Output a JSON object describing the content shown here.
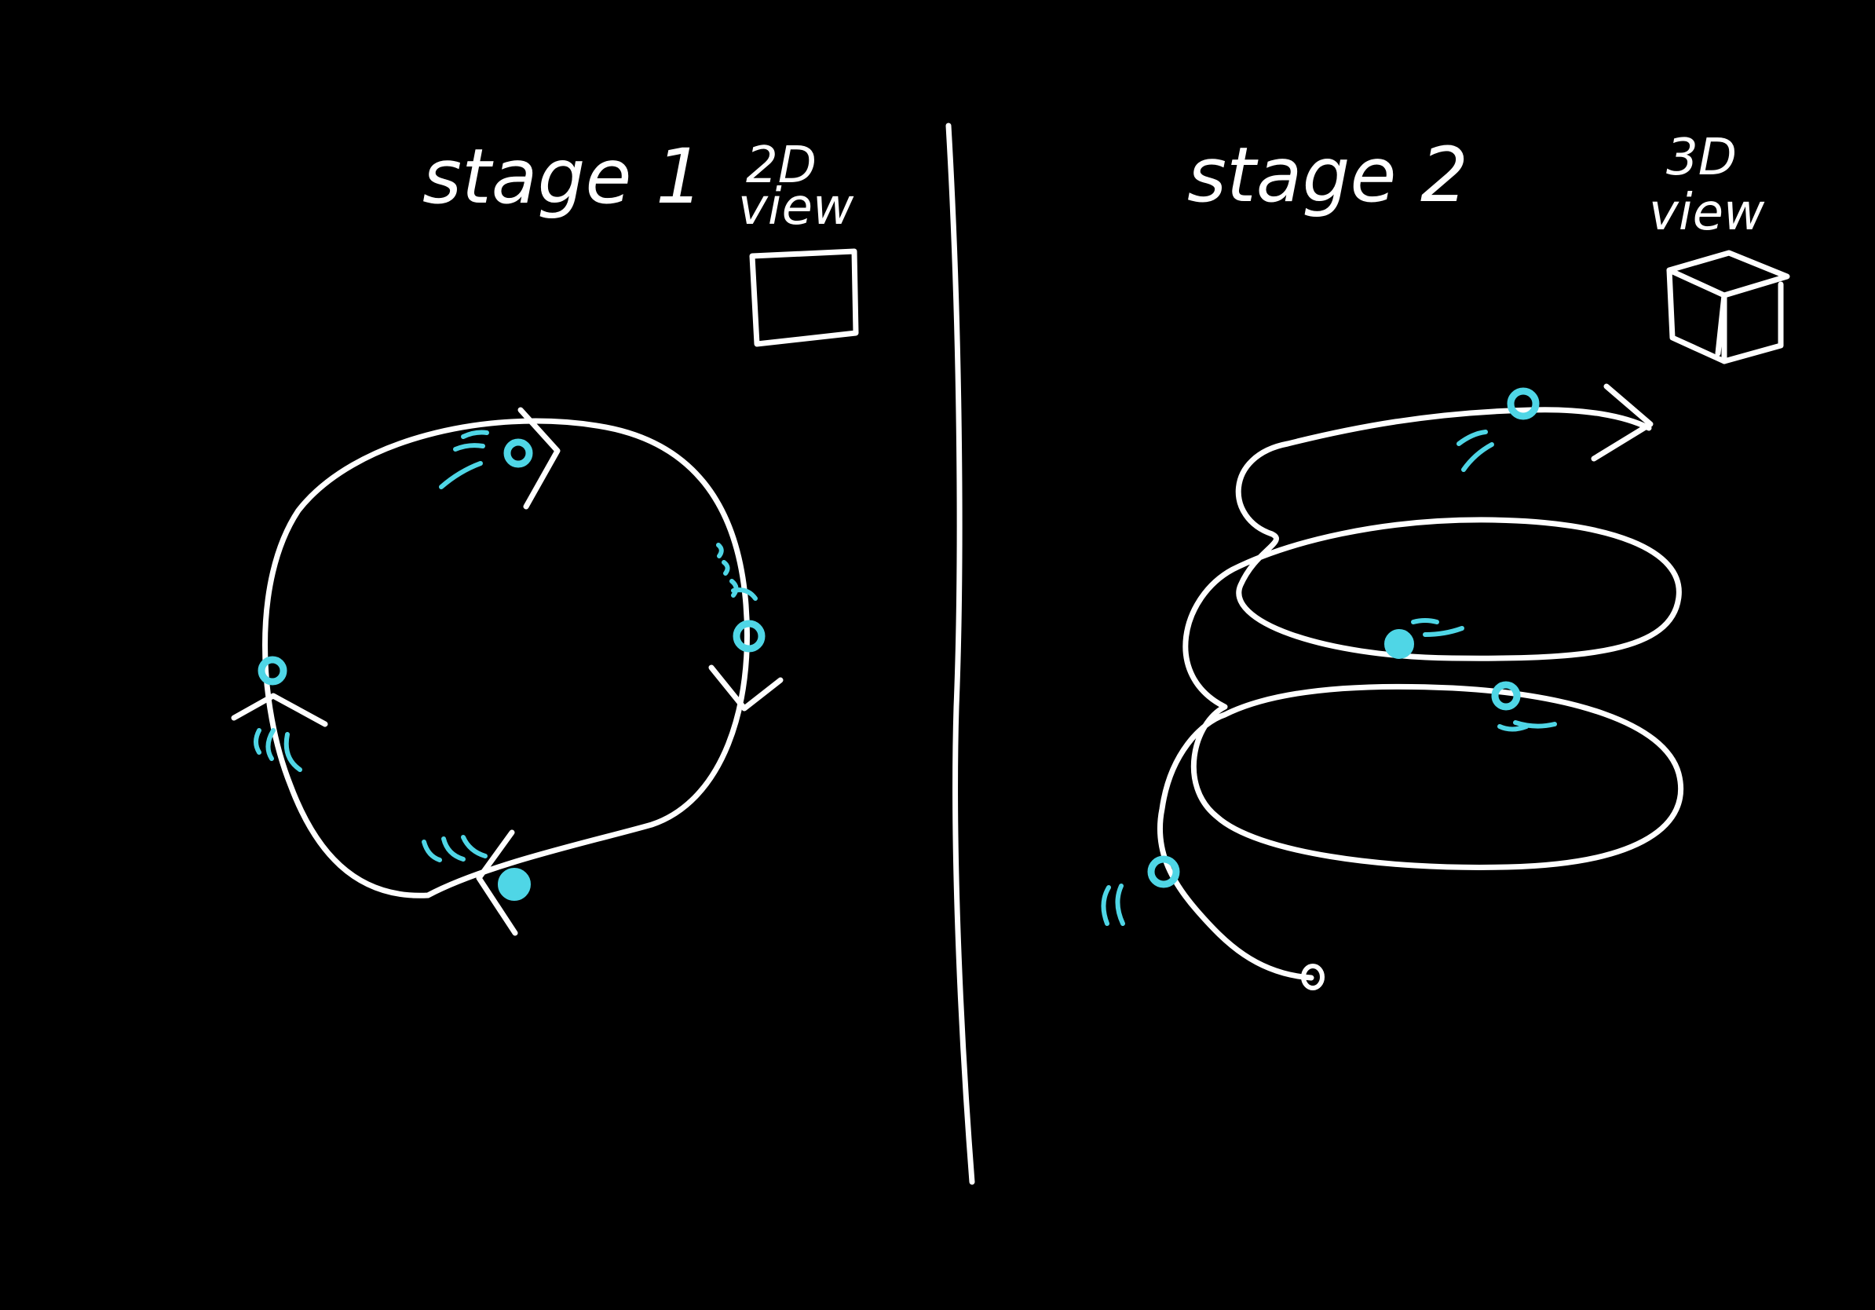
{
  "colors": {
    "background": "#000000",
    "ink": "#ffffff",
    "particle": "#4fd6e6"
  },
  "left_panel": {
    "title": "stage 1",
    "view_label_line1": "2D",
    "view_label_line2": "view",
    "view_icon": "square-icon"
  },
  "right_panel": {
    "title": "stage 2",
    "view_label_line1": "3D",
    "view_label_line2": "view",
    "view_icon": "cube-icon"
  }
}
